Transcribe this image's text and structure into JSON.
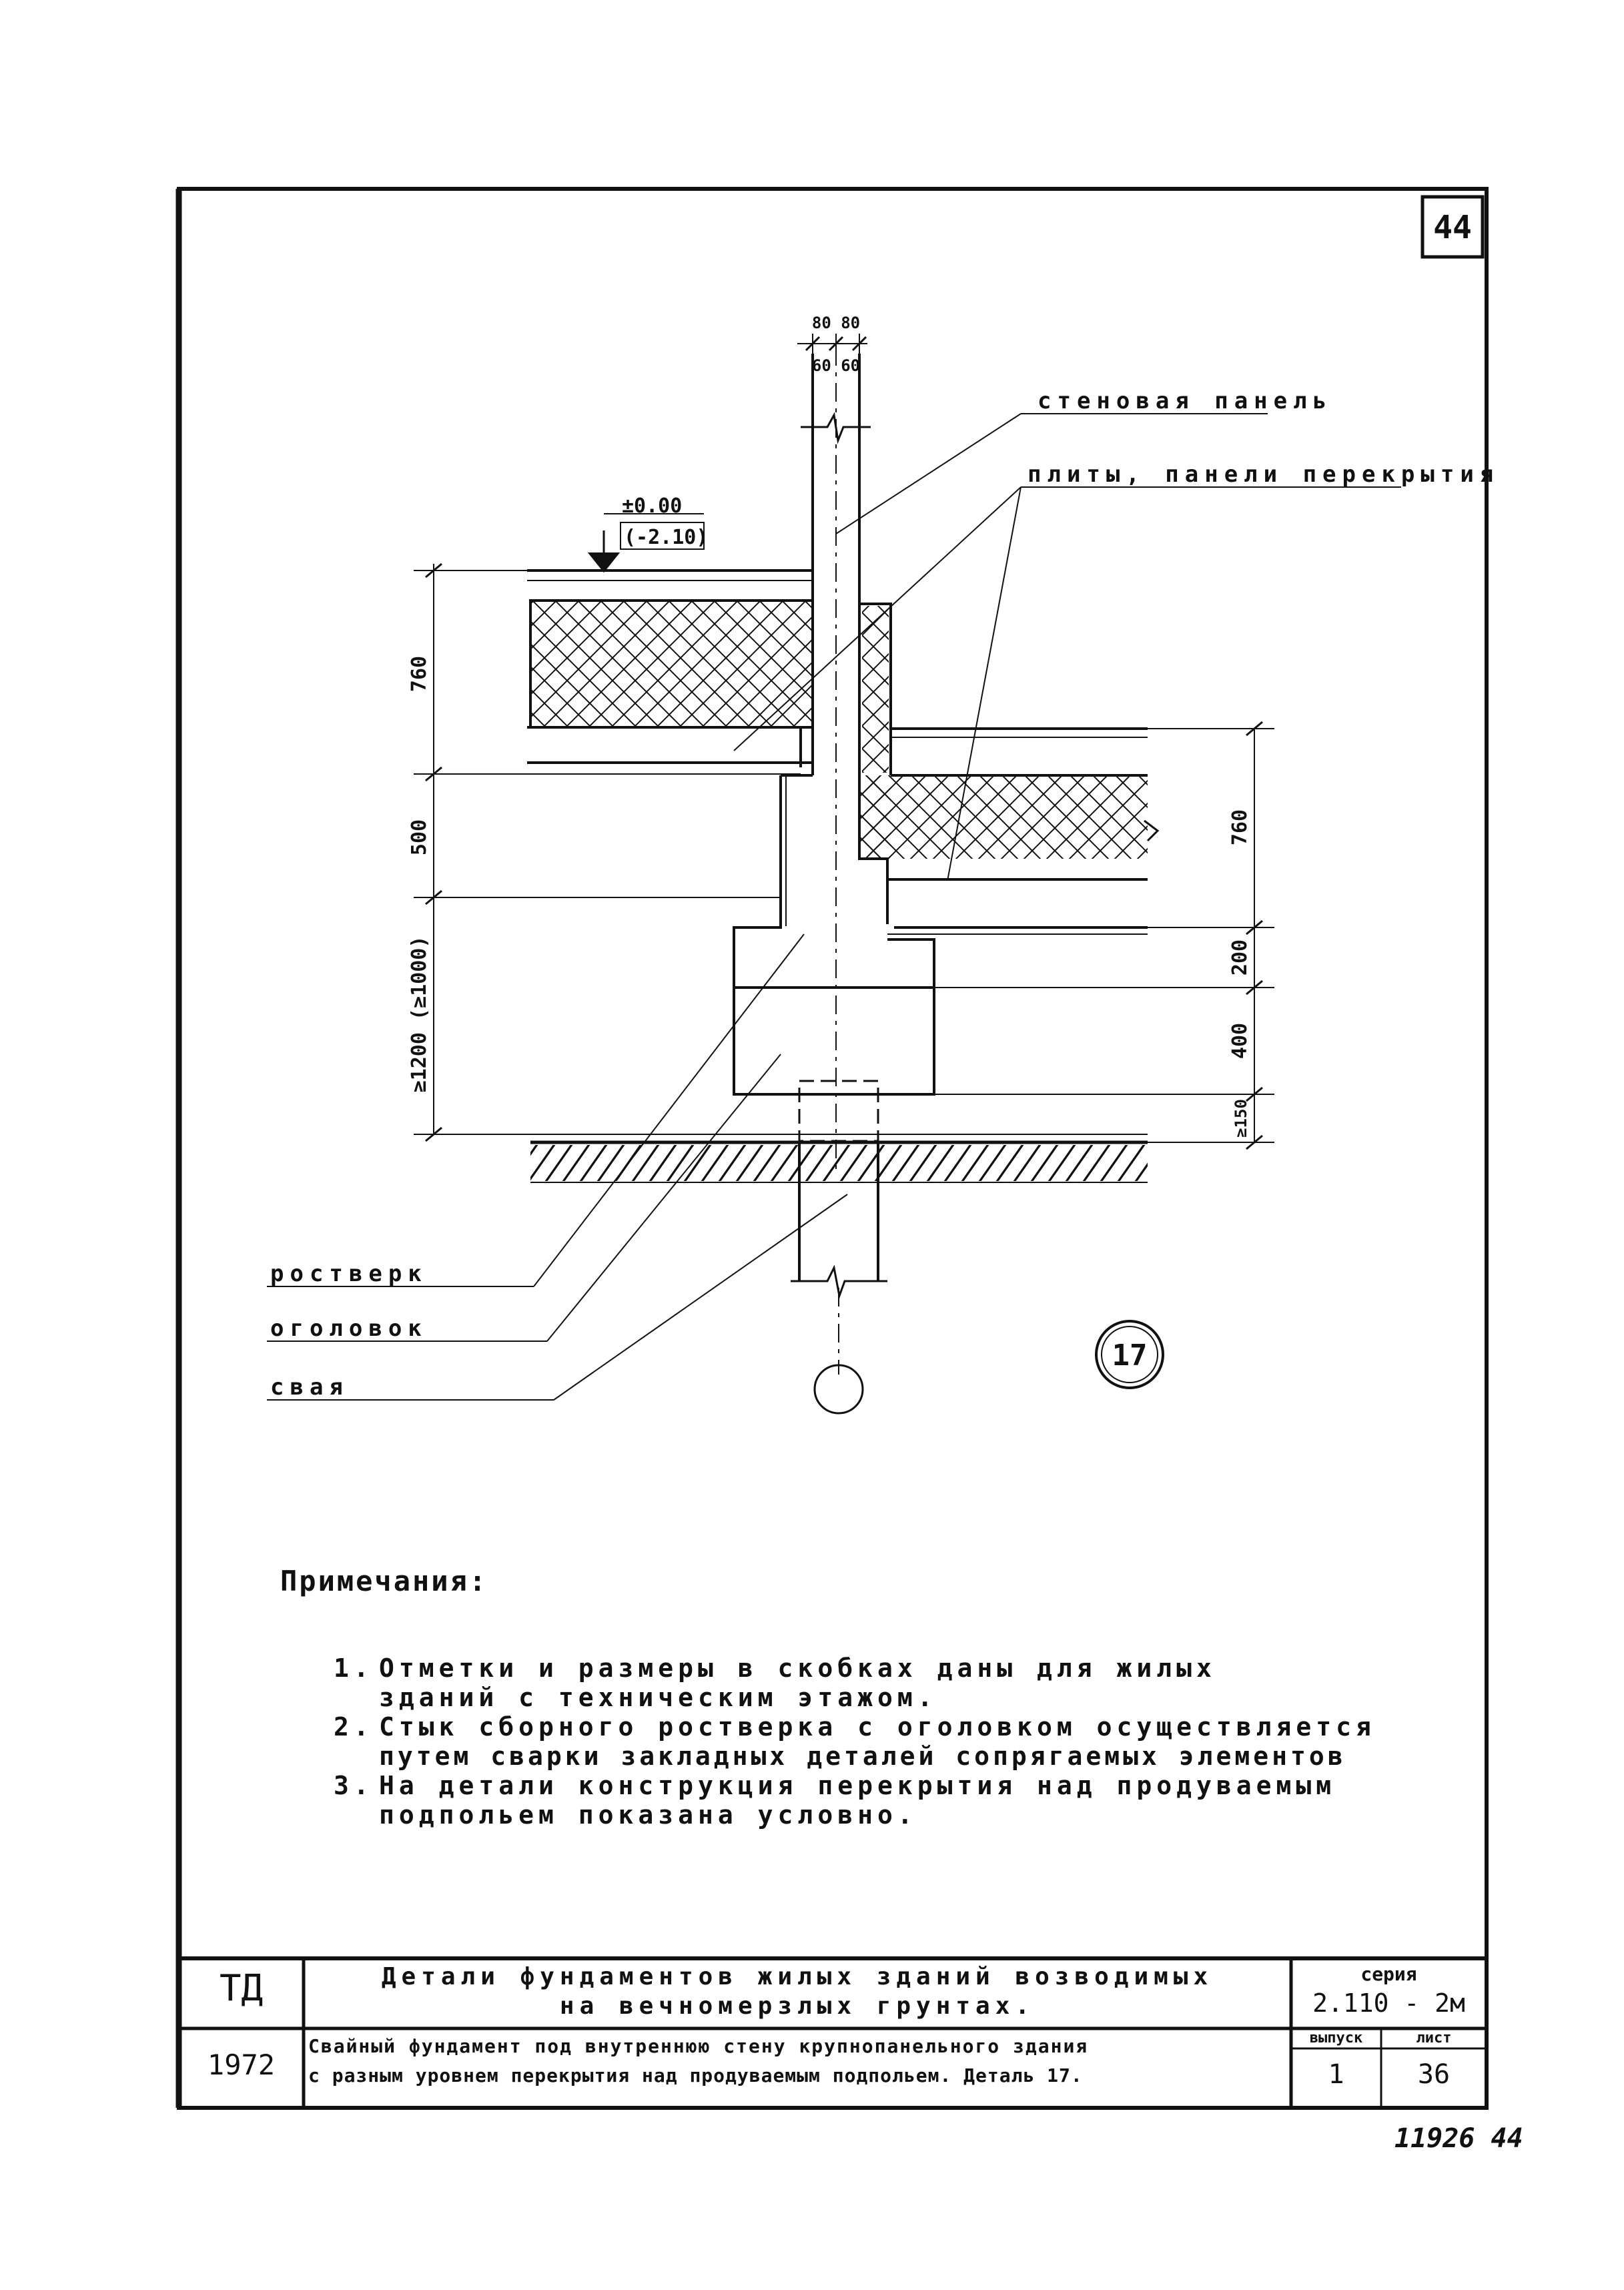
{
  "sheet": {
    "page_number": "44",
    "detail_number": "17",
    "archive_number": "11926 44"
  },
  "drawing": {
    "labels": {
      "wall_panel": "стеновая панель",
      "floor_slabs": "плиты, панели перекрытия",
      "grillage": "ростверк",
      "pile_cap": "оголовок",
      "pile": "свая"
    },
    "elevation": {
      "value": "±0.00",
      "value_brackets": "(-2.10)"
    },
    "dimensions": {
      "top_80_80": "80 80",
      "top_60_60": "60 60",
      "left_760": "760",
      "left_500": "500",
      "left_1200": "≥1200 (≥1000)",
      "right_760": "760",
      "right_200": "200",
      "right_400": "400",
      "right_150": "≥150"
    }
  },
  "notes": {
    "heading": "Примечания:",
    "items": [
      {
        "num": "1.",
        "line1": "Отметки и размеры в скобках даны для жилых",
        "line2": "зданий с техническим этажом."
      },
      {
        "num": "2.",
        "line1": "Стык сборного ростверка с оголовком осуществляется",
        "line2": "путем сварки закладных деталей сопрягаемых элементов"
      },
      {
        "num": "3.",
        "line1": "На детали конструкция перекрытия над продуваемым",
        "line2": "подпольем показана условно."
      }
    ]
  },
  "title_block": {
    "org": "ТД",
    "year": "1972",
    "title_line1": "Детали фундаментов жилых зданий возводимых",
    "title_line2": "на вечномерзлых грунтах.",
    "subtitle_line1": "Свайный фундамент под внутреннюю стену крупнопанельного здания",
    "subtitle_line2": "с разным уровнем перекрытия над продуваемым подпольем. Деталь 17.",
    "series_label": "серия",
    "series_value": "2.110 - 2м",
    "issue_label": "выпуск",
    "issue_value": "1",
    "sheet_label": "лист",
    "sheet_value": "36"
  }
}
